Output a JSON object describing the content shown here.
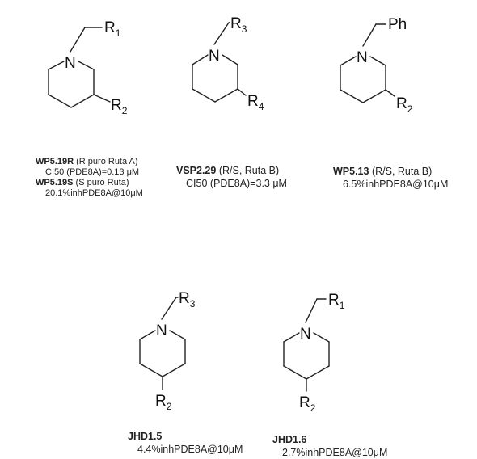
{
  "molecules": [
    {
      "atom_n": "N",
      "r_top": "R",
      "r_top_sub": "1",
      "r_bottom": "R",
      "r_bottom_sub": "2"
    },
    {
      "atom_n": "N",
      "r_top": "R",
      "r_top_sub": "3",
      "r_bottom": "R",
      "r_bottom_sub": "4"
    },
    {
      "atom_n": "N",
      "r_top": "Ph",
      "r_top_sub": "",
      "r_bottom": "R",
      "r_bottom_sub": "2"
    },
    {
      "atom_n": "N",
      "r_top": "R",
      "r_top_sub": "3",
      "r_bottom": "R",
      "r_bottom_sub": "2"
    },
    {
      "atom_n": "N",
      "r_top": "R",
      "r_top_sub": "1",
      "r_bottom": "R",
      "r_bottom_sub": "2"
    }
  ],
  "captions": [
    {
      "lines": [
        {
          "bold": "WP5.19R",
          "text": " (R puro Ruta A)"
        },
        {
          "bold": "",
          "text": "CI50 (PDE8A)=0.13 μM"
        },
        {
          "bold": "WP5.19S",
          "text": " (S puro Ruta)"
        },
        {
          "bold": "",
          "text": "20.1%inhPDE8A@10μM"
        }
      ]
    },
    {
      "lines": [
        {
          "bold": "VSP2.29",
          "text": " (R/S, Ruta B)"
        },
        {
          "bold": "",
          "text": "CI50 (PDE8A)=3.3 μM"
        }
      ]
    },
    {
      "lines": [
        {
          "bold": "WP5.13",
          "text": " (R/S, Ruta B)"
        },
        {
          "bold": "",
          "text": "6.5%inhPDE8A@10μM"
        }
      ]
    },
    {
      "lines": [
        {
          "bold": "JHD1.5",
          "text": ""
        },
        {
          "bold": "",
          "text": "4.4%inhPDE8A@10μM"
        }
      ]
    },
    {
      "lines": [
        {
          "bold": "JHD1.6",
          "text": ""
        },
        {
          "bold": "",
          "text": "2.7%inhPDE8A@10μM"
        }
      ]
    }
  ]
}
